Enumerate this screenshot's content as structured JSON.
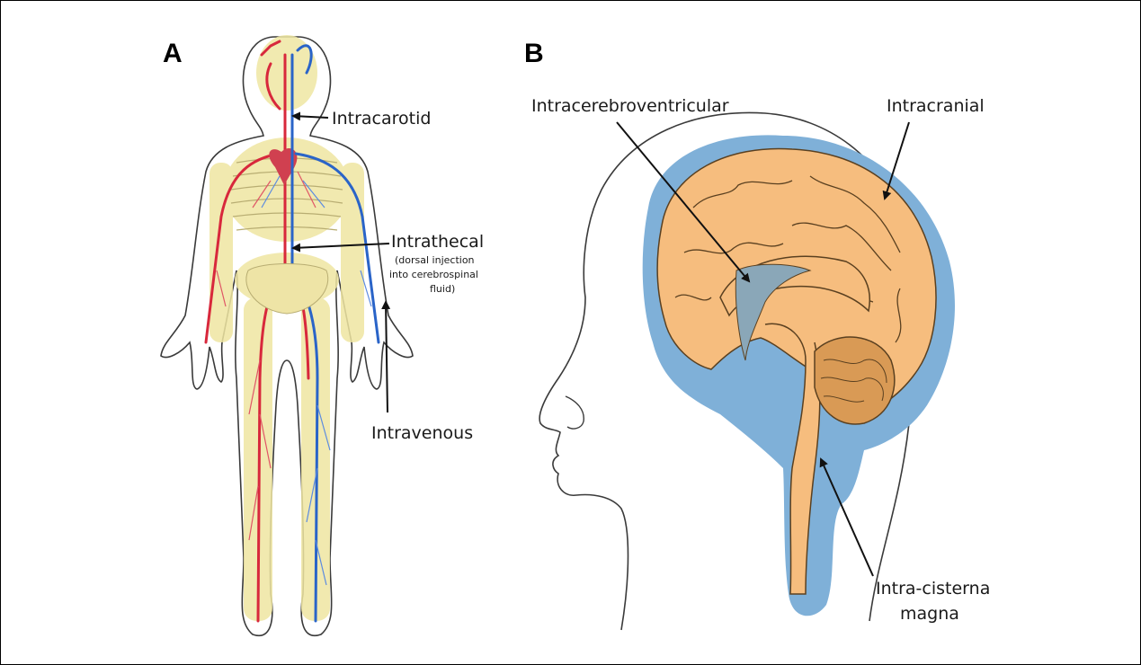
{
  "panels": {
    "a": {
      "letter": "A"
    },
    "b": {
      "letter": "B"
    }
  },
  "labels": {
    "intracarotid": "Intracarotid",
    "intrathecal": "Intrathecal",
    "intrathecal_note": [
      "(dorsal injection",
      "into cerebrospinal",
      "fluid)"
    ],
    "intravenous": "Intravenous",
    "intracerebroventricular": "Intracerebroventricular",
    "intracranial": "Intracranial",
    "intra_cisterna": [
      "Intra-cisterna",
      "magna"
    ]
  },
  "colors": {
    "arteries": "#d8283c",
    "veins": "#2a64c8",
    "skeleton": "#efe6a2",
    "brain": "#f6bd7e",
    "csf": "#7fb0d8",
    "ventricle": "#8aa7b8",
    "skin_outline": "#3a3a3a"
  }
}
